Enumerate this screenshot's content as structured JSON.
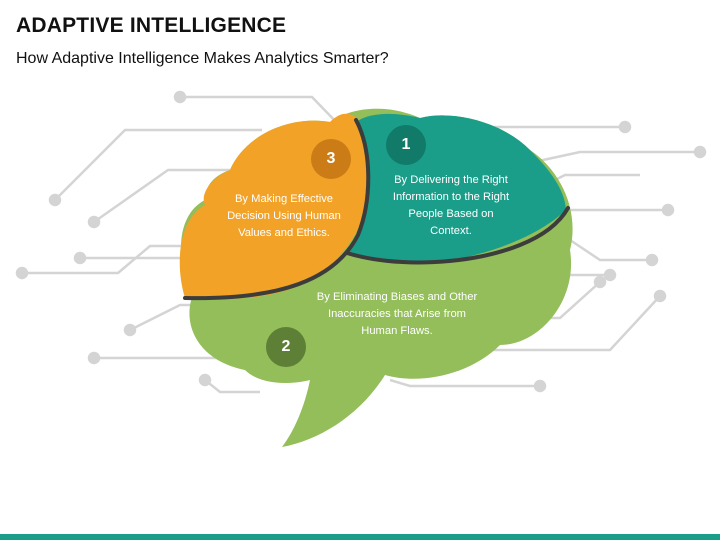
{
  "header": {
    "title": "ADAPTIVE INTELLIGENCE",
    "subtitle": "How Adaptive Intelligence Makes Analytics Smarter?"
  },
  "segments": [
    {
      "number": "1",
      "text": "By Delivering the Right Information to the Right People Based on Context.",
      "color": "#1a9e8a",
      "badge_color": "#127a69"
    },
    {
      "number": "2",
      "text": "By Eliminating Biases and Other Inaccuracies that Arise from Human Flaws.",
      "color": "#93be5a",
      "badge_color": "#5d7f36"
    },
    {
      "number": "3",
      "text": "By Making Effective Decision Using Human Values and Ethics.",
      "color": "#f2a227",
      "badge_color": "#cb7c16"
    }
  ],
  "colors": {
    "circuit": "#d4d4d4",
    "divider": "#3c3c3c",
    "footer": "#1a9e8a"
  }
}
